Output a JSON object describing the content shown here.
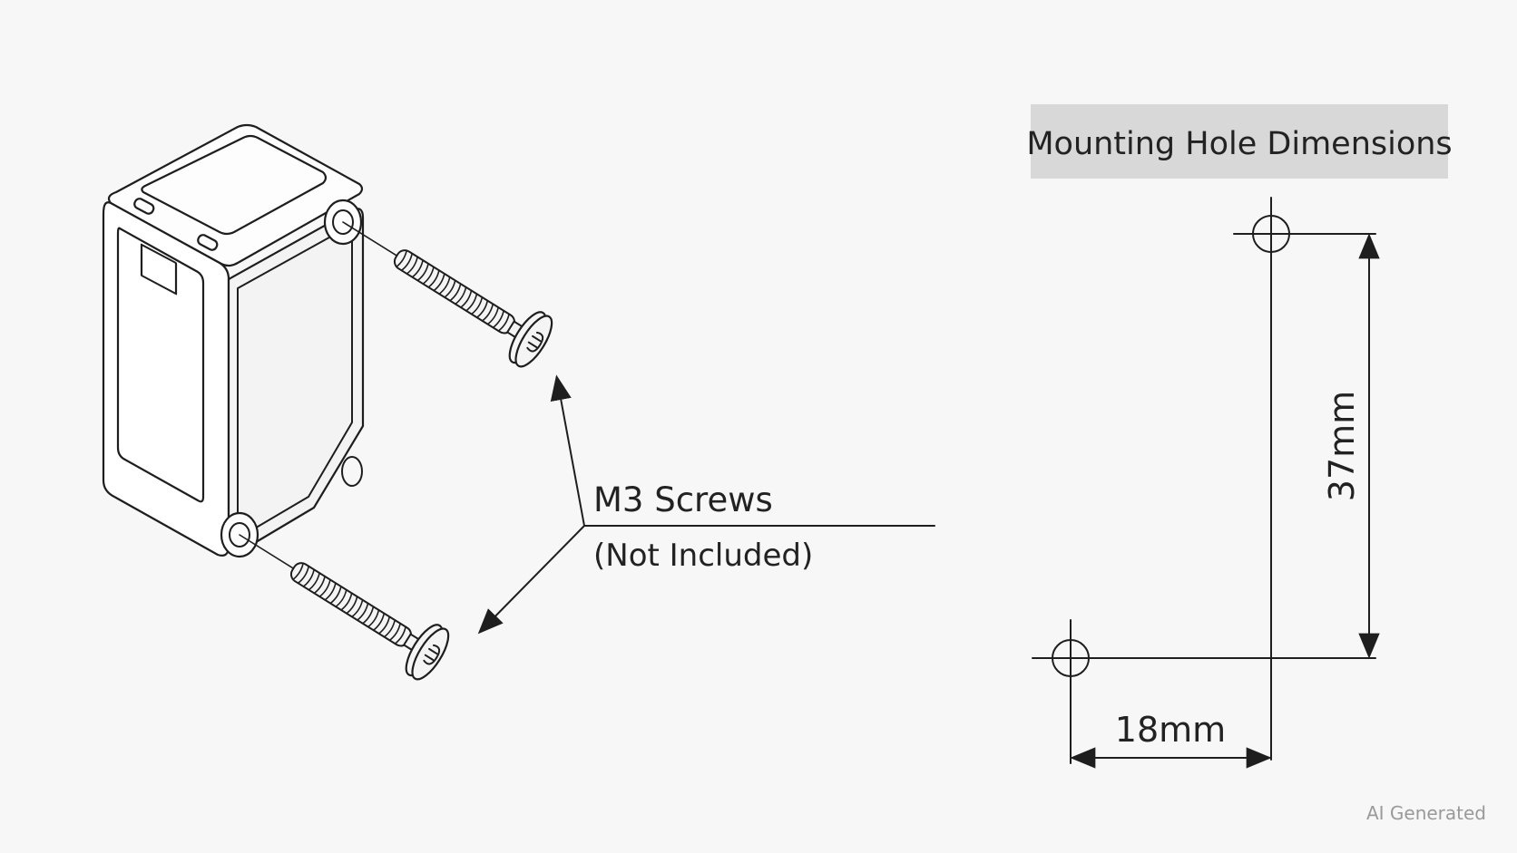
{
  "title_box": {
    "label": "Mounting Hole Dimensions",
    "background": "#d8d8d8"
  },
  "callout": {
    "line1": "M3 Screws",
    "line2": "(Not Included)"
  },
  "dimensions": {
    "vertical": "37mm",
    "horizontal": "18mm"
  },
  "watermark": "AI Generated",
  "colors": {
    "background": "#f7f7f7",
    "ink": "#1e1e1e",
    "watermark": "#9a9a9a"
  }
}
